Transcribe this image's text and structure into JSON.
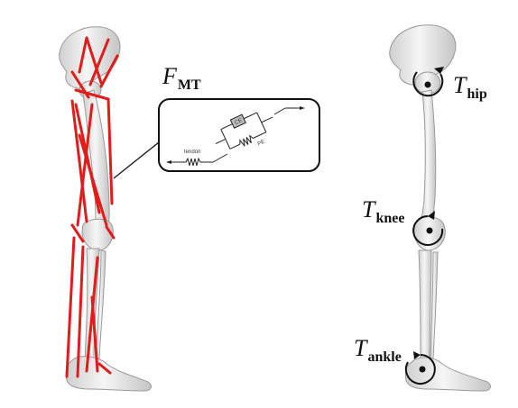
{
  "labels": {
    "fmt": {
      "main": "F",
      "sub": "MT"
    },
    "hip": {
      "main": "T",
      "sub": "hip"
    },
    "knee": {
      "main": "T",
      "sub": "knee"
    },
    "ankle": {
      "main": "T",
      "sub": "ankle"
    }
  },
  "inset": {
    "tendon": "tendon",
    "ce": "CE",
    "pe": "PE"
  },
  "colors": {
    "muscle": "#e21b1b",
    "bone_fill": "#e9e9e9",
    "bone_stroke": "#9a9a9a",
    "ink": "#111111"
  }
}
